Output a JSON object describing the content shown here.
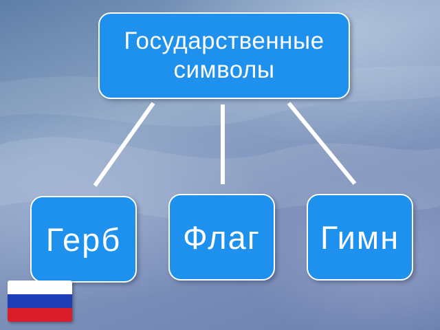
{
  "root": {
    "line1": "Государственные",
    "line2": "символы"
  },
  "children": [
    {
      "label": "Герб"
    },
    {
      "label": "Флаг"
    },
    {
      "label": "Гимн"
    }
  ],
  "colors": {
    "node_fill": "#1e90ee",
    "node_border": "#ffffff",
    "connector": "#ffffff",
    "flag_stripes": [
      "#ffffff",
      "#1f3fb8",
      "#d91e2a"
    ]
  },
  "icons": {
    "corner_flag": "russian-flag-icon"
  }
}
